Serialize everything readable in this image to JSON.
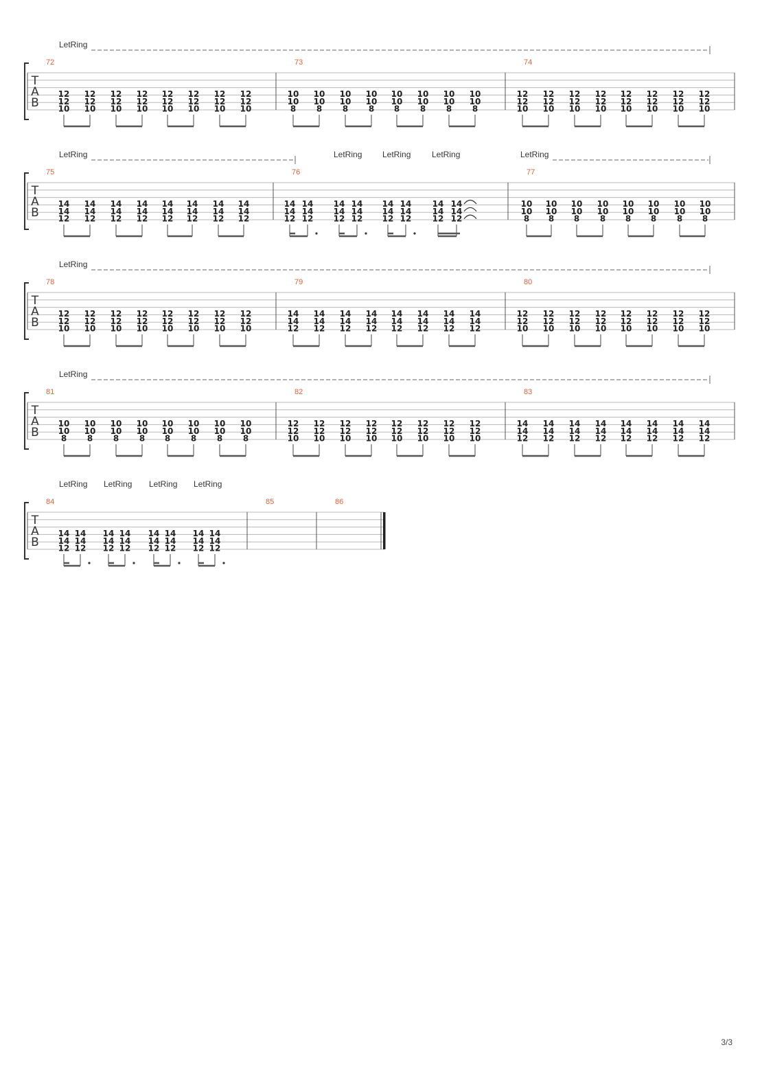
{
  "page": {
    "number": "3/3"
  },
  "clef_letters": [
    "T",
    "A",
    "B"
  ],
  "annotation_label": "LetRing",
  "systems": [
    {
      "letring": [
        "line"
      ],
      "measures": [
        {
          "number": "72",
          "rhythm": "eighths",
          "chords": [
            [
              "12",
              "12",
              "10"
            ],
            [
              "12",
              "12",
              "10"
            ],
            [
              "12",
              "12",
              "10"
            ],
            [
              "12",
              "12",
              "10"
            ],
            [
              "12",
              "12",
              "10"
            ],
            [
              "12",
              "12",
              "10"
            ],
            [
              "12",
              "12",
              "10"
            ],
            [
              "12",
              "12",
              "10"
            ]
          ]
        },
        {
          "number": "73",
          "rhythm": "eighths",
          "chords": [
            [
              "10",
              "10",
              "8"
            ],
            [
              "10",
              "10",
              "8"
            ],
            [
              "10",
              "10",
              "8"
            ],
            [
              "10",
              "10",
              "8"
            ],
            [
              "10",
              "10",
              "8"
            ],
            [
              "10",
              "10",
              "8"
            ],
            [
              "10",
              "10",
              "8"
            ],
            [
              "10",
              "10",
              "8"
            ]
          ]
        },
        {
          "number": "74",
          "rhythm": "eighths",
          "chords": [
            [
              "12",
              "12",
              "10"
            ],
            [
              "12",
              "12",
              "10"
            ],
            [
              "12",
              "12",
              "10"
            ],
            [
              "12",
              "12",
              "10"
            ],
            [
              "12",
              "12",
              "10"
            ],
            [
              "12",
              "12",
              "10"
            ],
            [
              "12",
              "12",
              "10"
            ],
            [
              "12",
              "12",
              "10"
            ]
          ]
        }
      ]
    },
    {
      "letring": [
        "line-left",
        "text",
        "text",
        "text",
        "line-right"
      ],
      "measures": [
        {
          "number": "75",
          "rhythm": "eighths",
          "chords": [
            [
              "14",
              "14",
              "12"
            ],
            [
              "14",
              "14",
              "12"
            ],
            [
              "14",
              "14",
              "12"
            ],
            [
              "14",
              "14",
              "12"
            ],
            [
              "14",
              "14",
              "12"
            ],
            [
              "14",
              "14",
              "12"
            ],
            [
              "14",
              "14",
              "12"
            ],
            [
              "14",
              "14",
              "12"
            ]
          ]
        },
        {
          "number": "76",
          "rhythm": "dotted",
          "chords": [
            [
              "14",
              "14",
              "12"
            ],
            [
              "14",
              "14",
              "12"
            ],
            [
              "14",
              "14",
              "12"
            ],
            [
              "14",
              "14",
              "12"
            ],
            [
              "14",
              "14",
              "12"
            ],
            [
              "14",
              "14",
              "12"
            ],
            [
              "14",
              "14",
              "12"
            ],
            [
              "14",
              "14",
              "12"
            ]
          ],
          "ties_on_last": true
        },
        {
          "number": "77",
          "rhythm": "eighths",
          "chords": [
            [
              "10",
              "10",
              "8"
            ],
            [
              "10",
              "10",
              "8"
            ],
            [
              "10",
              "10",
              "8"
            ],
            [
              "10",
              "10",
              "8"
            ],
            [
              "10",
              "10",
              "8"
            ],
            [
              "10",
              "10",
              "8"
            ],
            [
              "10",
              "10",
              "8"
            ],
            [
              "10",
              "10",
              "8"
            ]
          ]
        }
      ]
    },
    {
      "letring": [
        "line"
      ],
      "measures": [
        {
          "number": "78",
          "rhythm": "eighths",
          "chords": [
            [
              "12",
              "12",
              "10"
            ],
            [
              "12",
              "12",
              "10"
            ],
            [
              "12",
              "12",
              "10"
            ],
            [
              "12",
              "12",
              "10"
            ],
            [
              "12",
              "12",
              "10"
            ],
            [
              "12",
              "12",
              "10"
            ],
            [
              "12",
              "12",
              "10"
            ],
            [
              "12",
              "12",
              "10"
            ]
          ]
        },
        {
          "number": "79",
          "rhythm": "eighths",
          "chords": [
            [
              "14",
              "14",
              "12"
            ],
            [
              "14",
              "14",
              "12"
            ],
            [
              "14",
              "14",
              "12"
            ],
            [
              "14",
              "14",
              "12"
            ],
            [
              "14",
              "14",
              "12"
            ],
            [
              "14",
              "14",
              "12"
            ],
            [
              "14",
              "14",
              "12"
            ],
            [
              "14",
              "14",
              "12"
            ]
          ]
        },
        {
          "number": "80",
          "rhythm": "eighths",
          "chords": [
            [
              "12",
              "12",
              "10"
            ],
            [
              "12",
              "12",
              "10"
            ],
            [
              "12",
              "12",
              "10"
            ],
            [
              "12",
              "12",
              "10"
            ],
            [
              "12",
              "12",
              "10"
            ],
            [
              "12",
              "12",
              "10"
            ],
            [
              "12",
              "12",
              "10"
            ],
            [
              "12",
              "12",
              "10"
            ]
          ]
        }
      ]
    },
    {
      "letring": [
        "line"
      ],
      "measures": [
        {
          "number": "81",
          "rhythm": "eighths",
          "chords": [
            [
              "10",
              "10",
              "8"
            ],
            [
              "10",
              "10",
              "8"
            ],
            [
              "10",
              "10",
              "8"
            ],
            [
              "10",
              "10",
              "8"
            ],
            [
              "10",
              "10",
              "8"
            ],
            [
              "10",
              "10",
              "8"
            ],
            [
              "10",
              "10",
              "8"
            ],
            [
              "10",
              "10",
              "8"
            ]
          ]
        },
        {
          "number": "82",
          "rhythm": "eighths",
          "chords": [
            [
              "12",
              "12",
              "10"
            ],
            [
              "12",
              "12",
              "10"
            ],
            [
              "12",
              "12",
              "10"
            ],
            [
              "12",
              "12",
              "10"
            ],
            [
              "12",
              "12",
              "10"
            ],
            [
              "12",
              "12",
              "10"
            ],
            [
              "12",
              "12",
              "10"
            ],
            [
              "12",
              "12",
              "10"
            ]
          ]
        },
        {
          "number": "83",
          "rhythm": "eighths",
          "chords": [
            [
              "14",
              "14",
              "12"
            ],
            [
              "14",
              "14",
              "12"
            ],
            [
              "14",
              "14",
              "12"
            ],
            [
              "14",
              "14",
              "12"
            ],
            [
              "14",
              "14",
              "12"
            ],
            [
              "14",
              "14",
              "12"
            ],
            [
              "14",
              "14",
              "12"
            ],
            [
              "14",
              "14",
              "12"
            ]
          ]
        }
      ]
    },
    {
      "letring": [
        "text",
        "text",
        "text",
        "text"
      ],
      "measures": [
        {
          "number": "84",
          "rhythm": "dotted",
          "chords": [
            [
              "14",
              "14",
              "12"
            ],
            [
              "14",
              "14",
              "12"
            ],
            [
              "14",
              "14",
              "12"
            ],
            [
              "14",
              "14",
              "12"
            ],
            [
              "14",
              "14",
              "12"
            ],
            [
              "14",
              "14",
              "12"
            ],
            [
              "14",
              "14",
              "12"
            ],
            [
              "14",
              "14",
              "12"
            ]
          ]
        },
        {
          "number": "85",
          "rhythm": "empty",
          "chords": []
        },
        {
          "number": "86",
          "rhythm": "empty",
          "chords": []
        }
      ]
    }
  ]
}
